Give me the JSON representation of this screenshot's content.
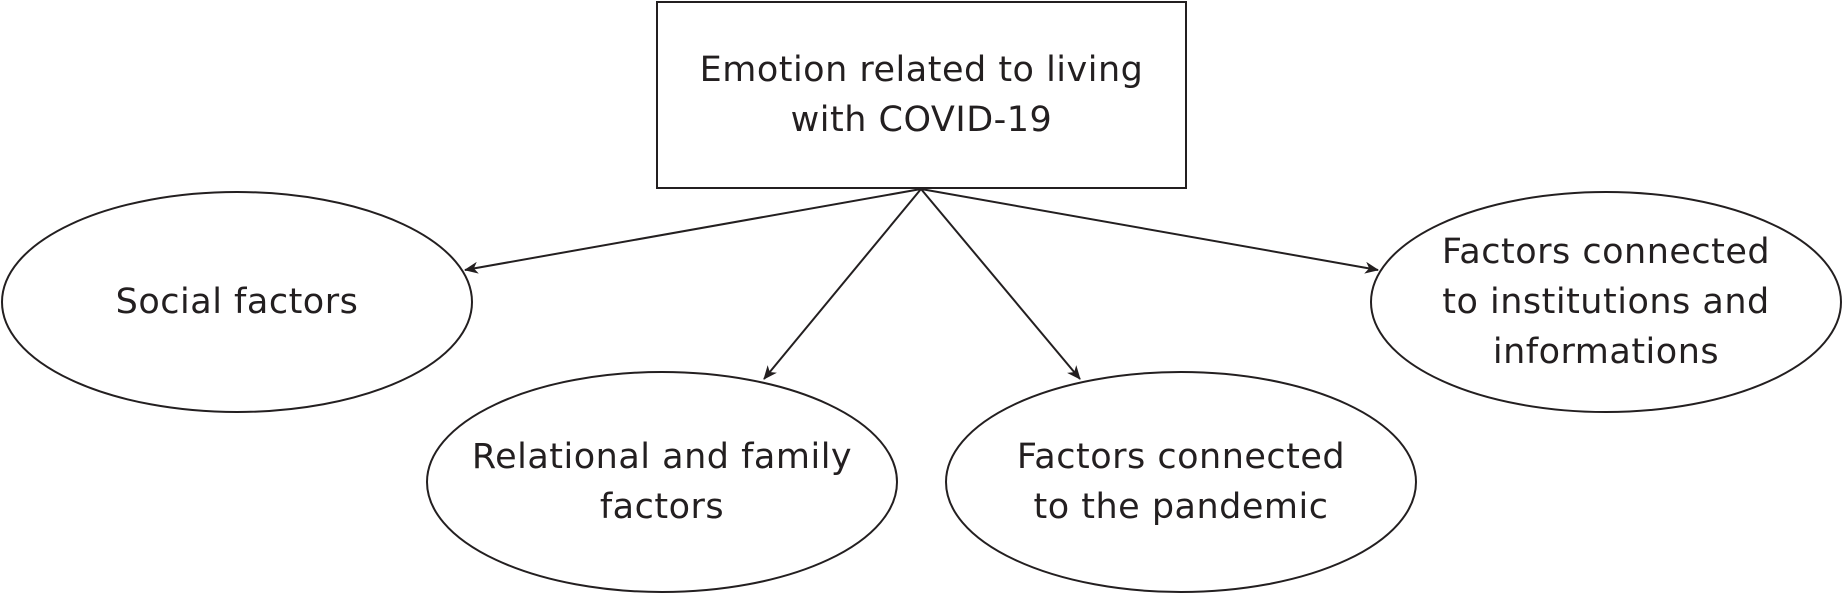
{
  "diagram": {
    "root": {
      "line1": "Emotion related to living",
      "line2": "with COVID-19"
    },
    "nodes": {
      "social": {
        "line1": "Social factors"
      },
      "relational": {
        "line1": "Relational and family",
        "line2": "factors"
      },
      "pandemic": {
        "line1": "Factors connected",
        "line2": "to the pandemic"
      },
      "institutions": {
        "line1": "Factors connected",
        "line2": "to institutions and",
        "line3": "informations"
      }
    }
  }
}
